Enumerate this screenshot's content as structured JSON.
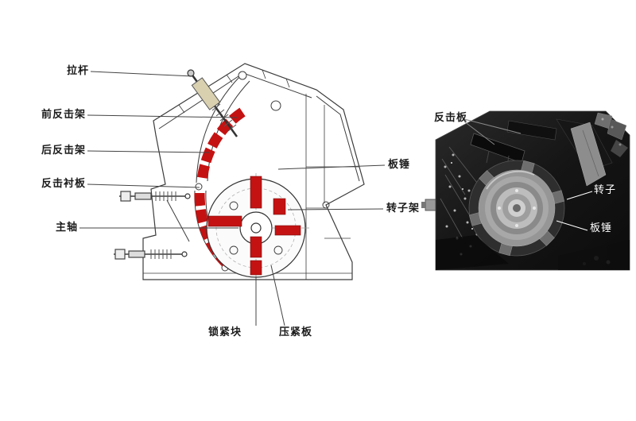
{
  "left_diagram": {
    "labels": {
      "tie_rod": "拉杆",
      "front_impact_frame": "前反击架",
      "rear_impact_frame": "后反击架",
      "impact_liner": "反击衬板",
      "main_shaft": "主轴",
      "locking_block": "锁紧块",
      "pressing_plate": "压紧板",
      "blow_bar": "板锤",
      "rotor_frame": "转子架"
    }
  },
  "right_photo": {
    "labels": {
      "impact_plate": "反击板",
      "rotor": "转子",
      "blow_bar": "板锤"
    }
  },
  "colors": {
    "liner_highlight_red": "#c41212",
    "drawing_line": "#3c3c3c",
    "photo_background": "#141414",
    "diagram_label_text": "#1a1a1a",
    "photo_label_text": "#ffffff",
    "page_background": "#ffffff"
  }
}
